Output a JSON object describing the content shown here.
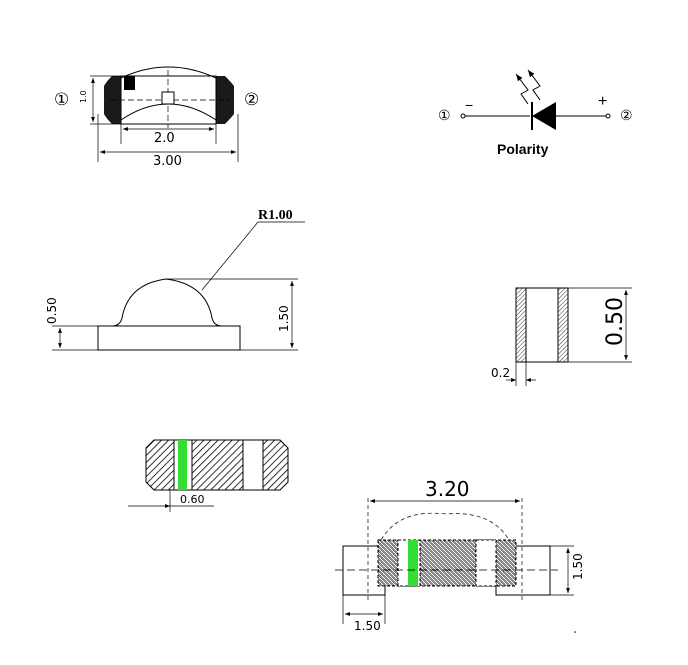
{
  "top_view": {
    "marker_left": "①",
    "marker_right": "②",
    "height_label": "1.0",
    "inner_width_label": "2.0",
    "total_width_label": "3.00"
  },
  "polarity": {
    "pin1": "①",
    "pin2": "②",
    "minus": "−",
    "plus": "+",
    "caption": "Polarity"
  },
  "side_view": {
    "radius_label": "R1.00",
    "base_height_label": "0.50",
    "total_height_label": "1.50"
  },
  "end_view": {
    "height_label": "0.50",
    "terminal_label": "0.2"
  },
  "bottom_view": {
    "pad_label": "0.60"
  },
  "footprint": {
    "width_label": "3.20",
    "height_label": "1.50",
    "pad_label": "1.50"
  },
  "colors": {
    "ink": "#000000",
    "polarity_band": "#33dd33"
  }
}
